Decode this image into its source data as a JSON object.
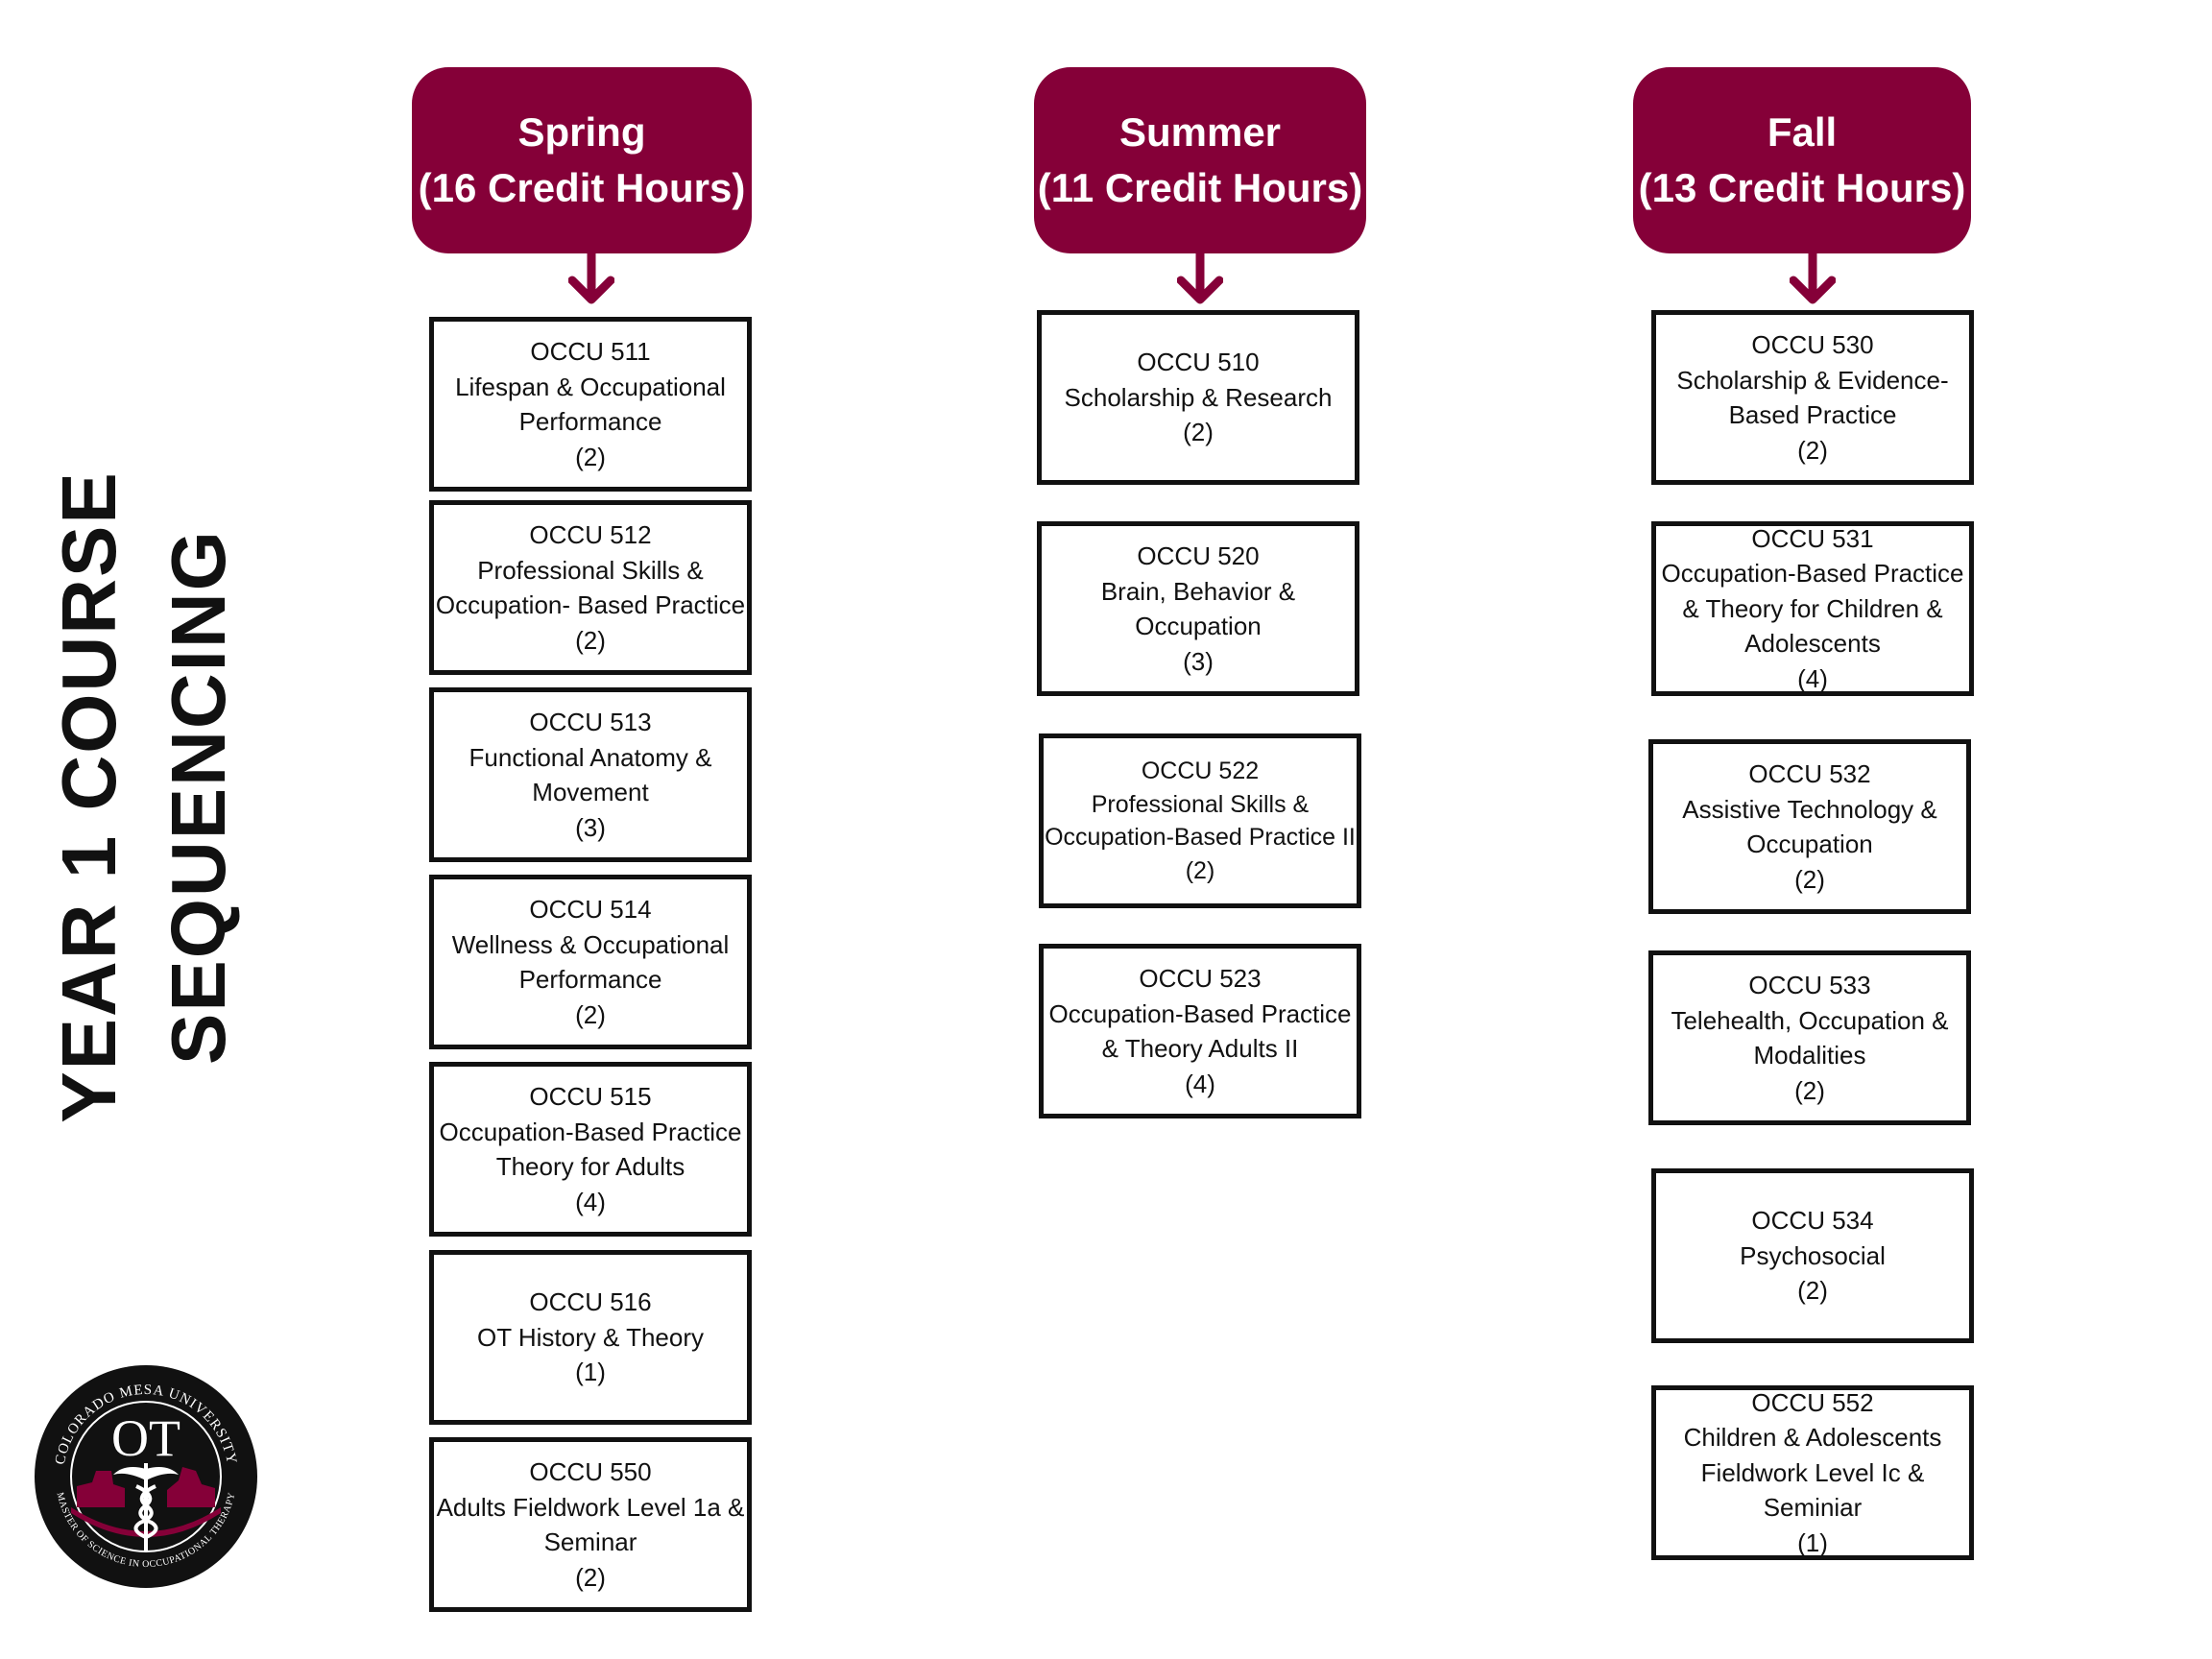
{
  "title": {
    "line1": "YEAR 1 COURSE",
    "line2": "SEQUENCING"
  },
  "colors": {
    "accent": "#850038",
    "border": "#111111",
    "text": "#111111"
  },
  "logo": {
    "initials": "OT",
    "top_text": "COLORADO MESA UNIVERSITY",
    "bottom_text": "MASTER OF SCIENCE IN OCCUPATIONAL THERAPY",
    "icon": "caduceus-icon"
  },
  "terms": [
    {
      "name": "Spring",
      "hours": "(16 Credit Hours)",
      "courses": [
        {
          "code": "OCCU 511",
          "title": [
            "Lifespan & Occupational",
            "Performance"
          ],
          "credits": "(2)"
        },
        {
          "code": "OCCU 512",
          "title": [
            "Professional Skills &",
            "Occupation- Based Practice"
          ],
          "credits": "(2)"
        },
        {
          "code": "OCCU 513",
          "title": [
            "Functional Anatomy &",
            "Movement"
          ],
          "credits": "(3)"
        },
        {
          "code": "OCCU 514",
          "title": [
            "Wellness & Occupational",
            "Performance"
          ],
          "credits": "(2)"
        },
        {
          "code": "OCCU 515",
          "title": [
            "Occupation-Based Practice",
            "Theory for Adults"
          ],
          "credits": "(4)"
        },
        {
          "code": "OCCU 516",
          "title": [
            "OT History & Theory"
          ],
          "credits": "(1)"
        },
        {
          "code": "OCCU 550",
          "title": [
            "Adults Fieldwork Level 1a &",
            "Seminar"
          ],
          "credits": "(2)"
        }
      ]
    },
    {
      "name": "Summer",
      "hours": "(11 Credit Hours)",
      "courses": [
        {
          "code": "OCCU 510",
          "title": [
            "Scholarship & Research"
          ],
          "credits": "(2)"
        },
        {
          "code": "OCCU 520",
          "title": [
            "Brain, Behavior &",
            "Occupation"
          ],
          "credits": "(3)"
        },
        {
          "code": "OCCU 522",
          "title": [
            "Professional Skills &",
            "Occupation-Based Practice II"
          ],
          "credits": "(2)"
        },
        {
          "code": "OCCU 523",
          "title": [
            "Occupation-Based Practice",
            "& Theory Adults II"
          ],
          "credits": "(4)"
        }
      ]
    },
    {
      "name": "Fall",
      "hours": "(13 Credit Hours)",
      "courses": [
        {
          "code": "OCCU 530",
          "title": [
            "Scholarship & Evidence-",
            "Based Practice"
          ],
          "credits": "(2)"
        },
        {
          "code": "OCCU 531",
          "title": [
            "Occupation-Based Practice",
            "& Theory for Children &",
            "Adolescents"
          ],
          "credits": "(4)"
        },
        {
          "code": "OCCU 532",
          "title": [
            "Assistive Technology &",
            "Occupation"
          ],
          "credits": "(2)"
        },
        {
          "code": "OCCU 533",
          "title": [
            "Telehealth, Occupation &",
            "Modalities"
          ],
          "credits": "(2)"
        },
        {
          "code": "OCCU 534",
          "title": [
            "Psychosocial"
          ],
          "credits": "(2)"
        },
        {
          "code": "OCCU 552",
          "title": [
            "Children & Adolescents",
            "Fieldwork Level Ic &",
            "Seminiar"
          ],
          "credits": "(1)"
        }
      ]
    }
  ]
}
